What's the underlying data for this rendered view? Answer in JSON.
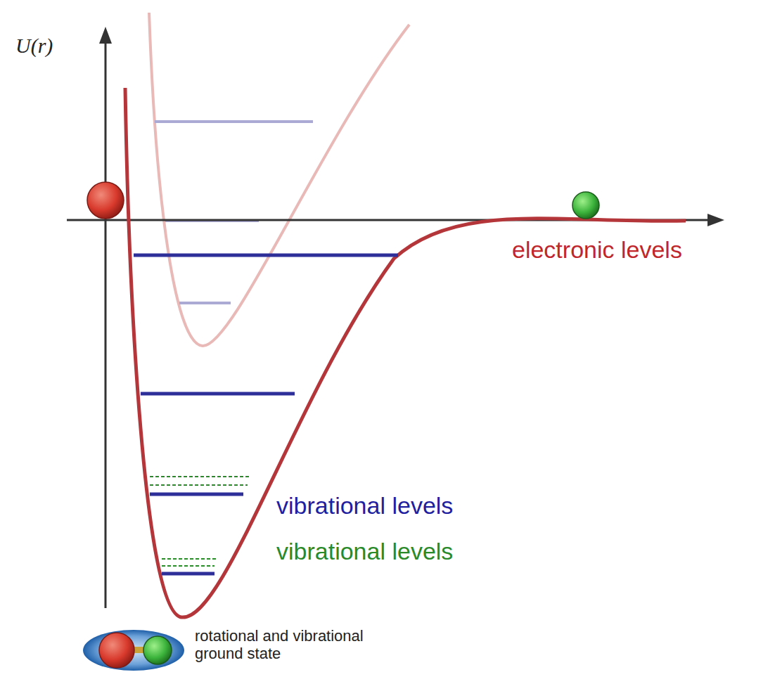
{
  "diagram": {
    "labels": [
      "U(r)",
      "electronic levels",
      "vibrational levels",
      "vibrational levels",
      "rotational and vibrational ground state"
    ]
  }
}
